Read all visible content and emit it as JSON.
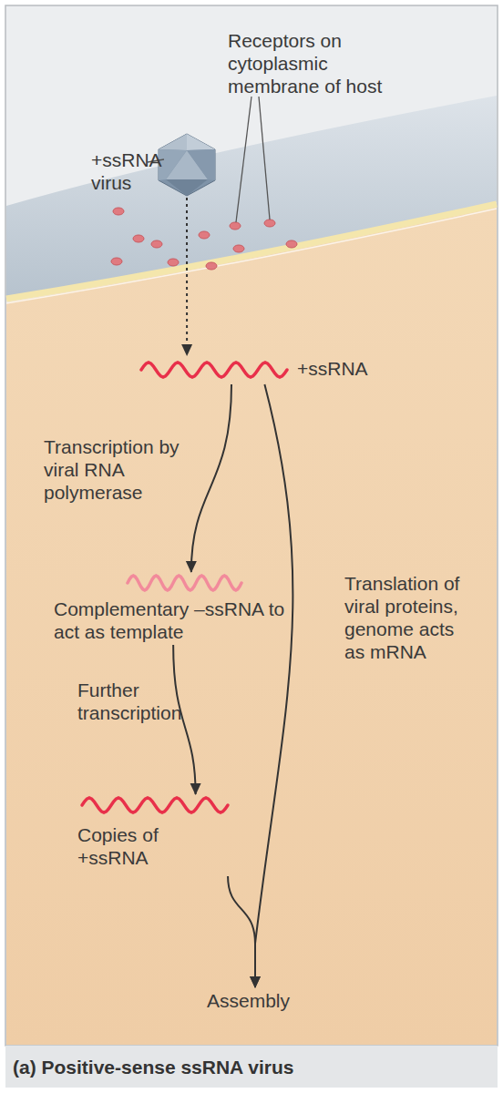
{
  "diagram": {
    "caption": "(a) Positive-sense ssRNA virus",
    "nodes": [
      {
        "text": [
          "+ssRNA virus"
        ]
      },
      {
        "text": [
          "+ssRNA"
        ]
      },
      {
        "text": [
          "Complementary –ssRNA to act as template"
        ]
      },
      {
        "text": [
          "Copies of +ssRNA"
        ]
      },
      {
        "text": [
          "Assembly"
        ]
      }
    ],
    "edges": [
      {
        "from": 0,
        "to": 1,
        "arrow": "to"
      },
      {
        "from": 1,
        "to": 2,
        "label": "Transcription by viral RNA polymerase",
        "arrow": "to"
      },
      {
        "from": 2,
        "to": 3,
        "label": "Further transcription",
        "arrow": "to"
      },
      {
        "from": 1,
        "to": 4,
        "label": "Translation of viral proteins, genome acts as mRNA",
        "arrow": "to"
      },
      {
        "from": 3,
        "to": 4,
        "arrow": "to"
      }
    ],
    "labels": [
      "Receptors on cytoplasmic membrane of host"
    ]
  }
}
